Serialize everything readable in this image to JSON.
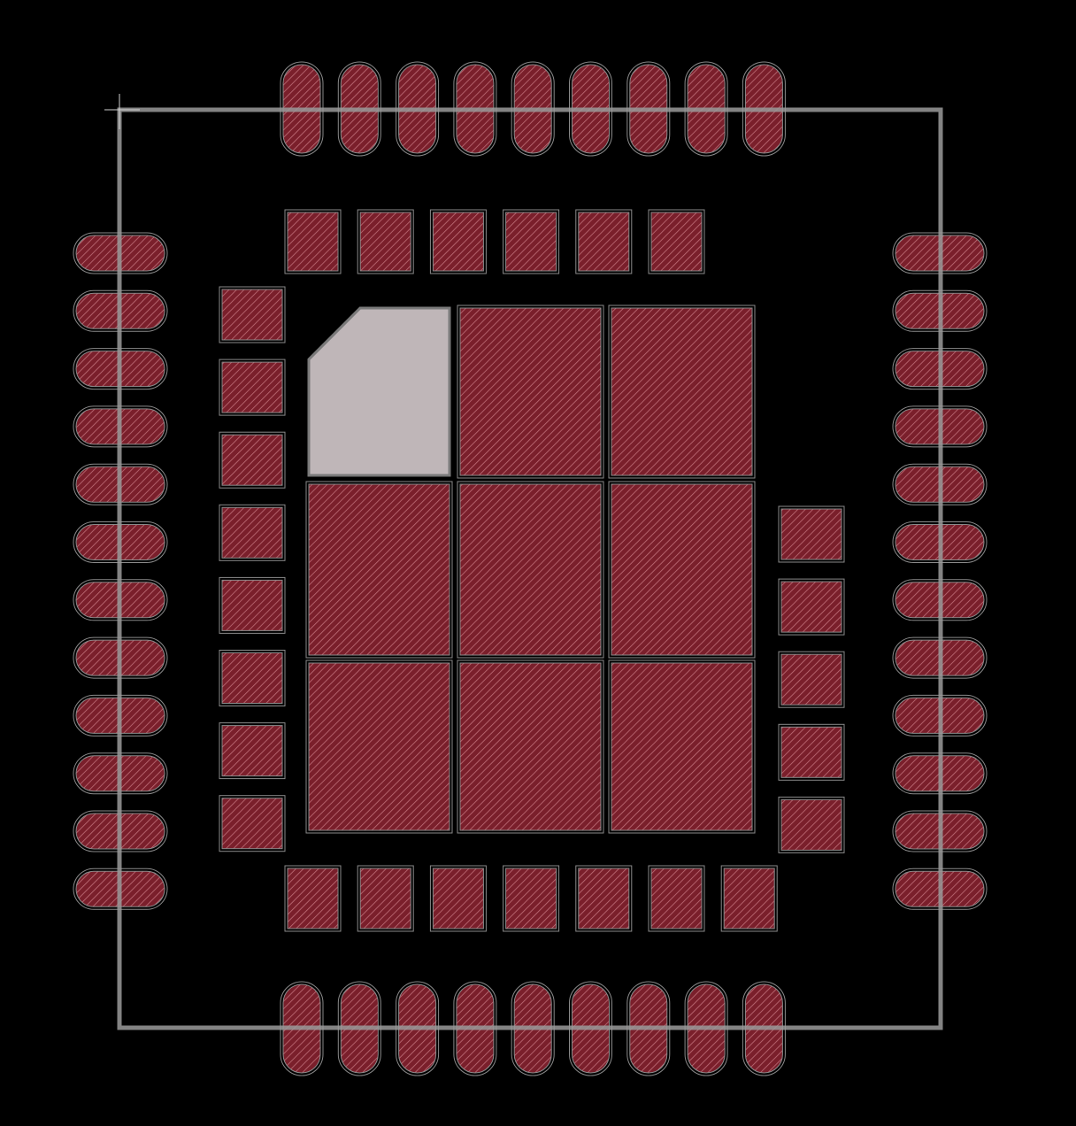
{
  "colors": {
    "background": "#000000",
    "pad_fill": "#7a1f2b",
    "pad_hatch": "#c0707a",
    "pad_outline": "#8a8a8a",
    "outline": "#9a9a9a",
    "pin1_pad": "#bfb6b8",
    "crosshair": "#d0d0d0"
  },
  "icons": {
    "origin_marker": "crosshair-icon"
  },
  "layers": {
    "body_outline": "component-body-outline",
    "oval_pads": "oval-pads",
    "square_pads": "square-pads",
    "thermal_pads": "thermal-pads"
  }
}
